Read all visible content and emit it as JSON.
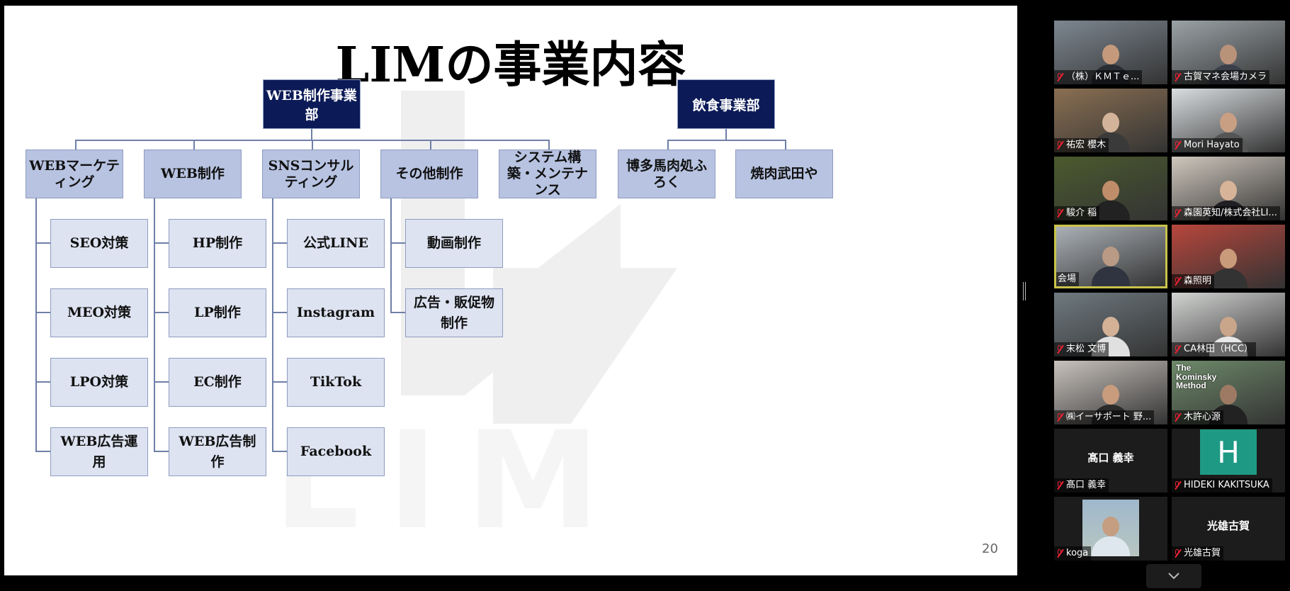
{
  "slide": {
    "title": "LIMの事業内容",
    "watermark": "LIM",
    "page_number": "20",
    "departments": [
      {
        "name": "WEB制作事業部",
        "categories": [
          {
            "label": "WEBマーケティング",
            "items": [
              "SEO対策",
              "MEO対策",
              "LPO対策",
              "WEB広告運用"
            ]
          },
          {
            "label": "WEB制作",
            "items": [
              "HP制作",
              "LP制作",
              "EC制作",
              "WEB広告制作"
            ]
          },
          {
            "label": "SNSコンサルティング",
            "items": [
              "公式LINE",
              "Instagram",
              "TikTok",
              "Facebook"
            ]
          },
          {
            "label": "その他制作",
            "items": [
              "動画制作",
              "広告・販促物制作"
            ]
          },
          {
            "label": "システム構築・メンテナンス",
            "items": []
          }
        ]
      },
      {
        "name": "飲食事業部",
        "categories": [
          {
            "label": "博多馬肉処ふろく",
            "items": []
          },
          {
            "label": "焼肉武田や",
            "items": []
          }
        ]
      }
    ]
  },
  "participants": [
    {
      "name": "（株）ＫＭＴｅ...",
      "muted": true,
      "bg": "#7d8791",
      "skin": "#c59a7c",
      "shirt": "#2a2d33"
    },
    {
      "name": "古賀マネ会場カメラ",
      "muted": true,
      "bg": "#9aa2a6",
      "skin": "#b9927a",
      "shirt": "#3a3f4a"
    },
    {
      "name": "祐宏 櫻木",
      "muted": true,
      "bg": "#8a6f52",
      "skin": "#d3b49a",
      "shirt": "#3a3a3a"
    },
    {
      "name": "Mori Hayato",
      "muted": true,
      "bg": "#d9dde0",
      "skin": "#c99f83",
      "shirt": "#555"
    },
    {
      "name": "駿介 稲",
      "muted": true,
      "bg": "#4b5a2e",
      "skin": "#c08d6b",
      "shirt": "#222"
    },
    {
      "name": "森園英知/株式会社LI...",
      "muted": true,
      "bg": "#cfc7bd",
      "skin": "#d7b398",
      "shirt": "#1f1f24"
    },
    {
      "name": "会場",
      "muted": false,
      "active": true,
      "bg": "#aab0b6",
      "skin": "#b99a85",
      "shirt": "#2f3440"
    },
    {
      "name": "森照明",
      "muted": true,
      "bg": "#b7463c",
      "skin": "#c99b7b",
      "shirt": "#333"
    },
    {
      "name": "末松 文博",
      "muted": true,
      "bg": "#6f7a80",
      "skin": "#d2b197",
      "shirt": "#e0e0e0"
    },
    {
      "name": "CA林田（HCC）",
      "muted": true,
      "bg": "#d2d4d2",
      "skin": "#c9a58a",
      "shirt": "#e8e8e8"
    },
    {
      "name": "㈱イーサポート 野...",
      "muted": true,
      "bg": "#c8c2bd",
      "skin": "#c89c7c",
      "shirt": "#2a2a2a"
    },
    {
      "name": "木許心源",
      "muted": true,
      "bg": "#6e8a6a",
      "skin": "#9e7a64",
      "shirt": "#222",
      "overlay_text": "The Kominsky Method"
    },
    {
      "name": "髙口 義幸",
      "muted": true,
      "display_name": "髙口 義幸",
      "video": false
    },
    {
      "name": "HIDEKI KAKITSUKA",
      "muted": true,
      "initial": "H",
      "badge_color": "#1e9a84",
      "video": false
    },
    {
      "name": "koga",
      "muted": true,
      "bg": "#1a1a1a",
      "skin": "#c59d80",
      "shirt": "#dfe7ee",
      "small_video": true
    },
    {
      "name": "光雄古賀",
      "muted": true,
      "display_name": "光雄古賀",
      "video": false
    }
  ],
  "controls": {
    "scroll_icon": "chevron-down-icon"
  }
}
